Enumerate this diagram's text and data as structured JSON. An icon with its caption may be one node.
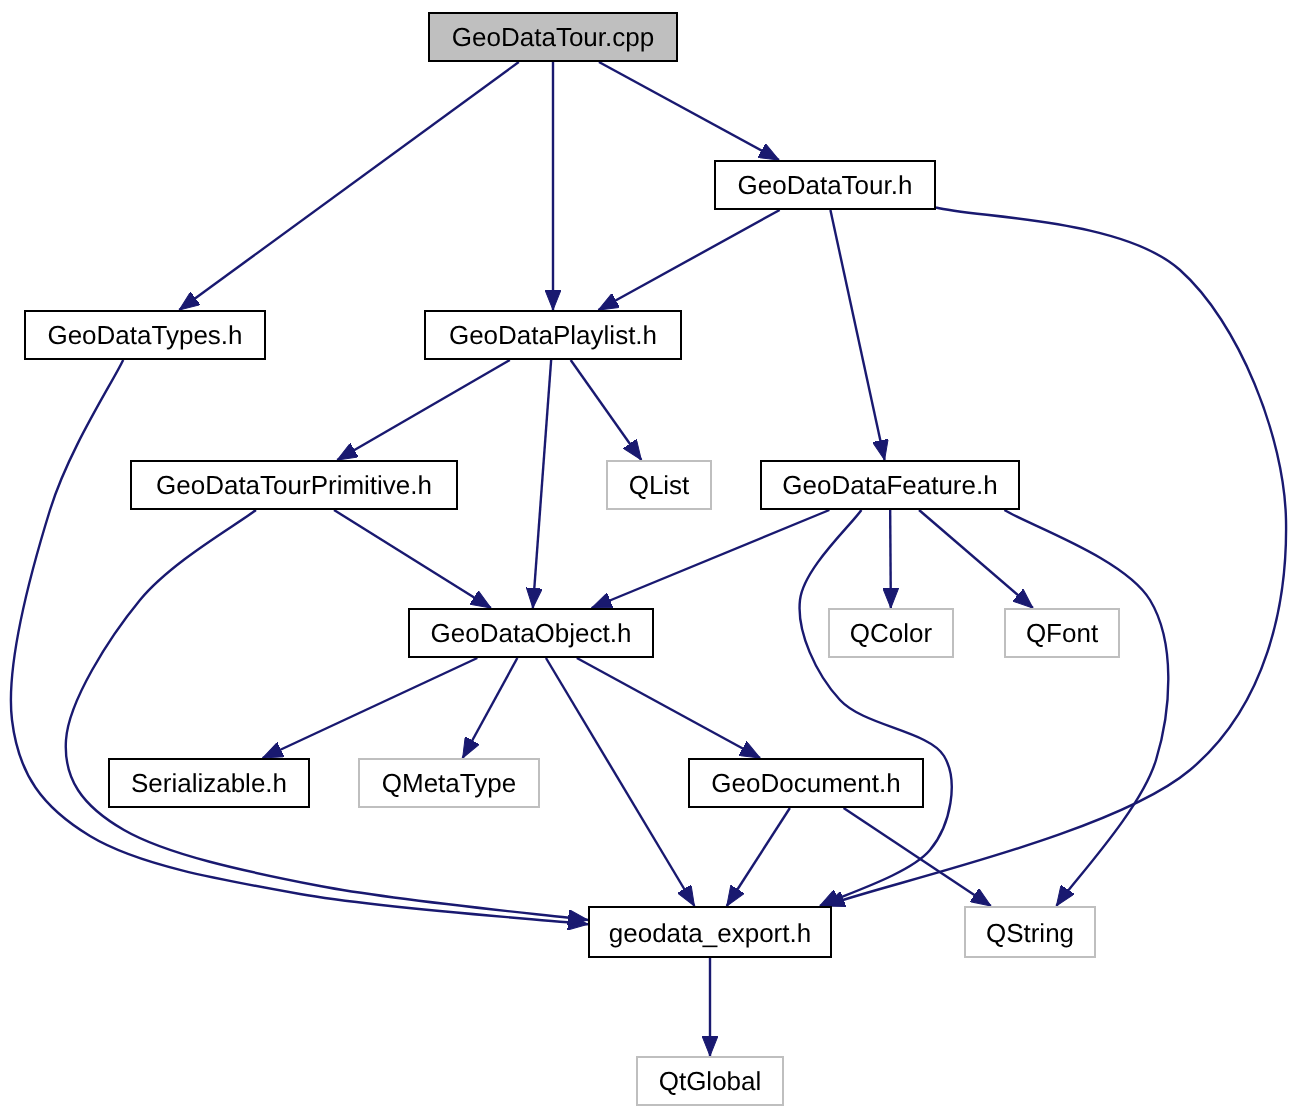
{
  "diagram": {
    "nodes": [
      {
        "text": [
          "GeoDataTour.cpp"
        ]
      },
      {
        "text": [
          "GeoDataTour.h"
        ]
      },
      {
        "text": [
          "GeoDataTypes.h"
        ]
      },
      {
        "text": [
          "GeoDataPlaylist.h"
        ]
      },
      {
        "text": [
          "GeoDataTourPrimitive.h"
        ]
      },
      {
        "text": [
          "QList"
        ]
      },
      {
        "text": [
          "GeoDataFeature.h"
        ]
      },
      {
        "text": [
          "GeoDataObject.h"
        ]
      },
      {
        "text": [
          "QColor"
        ]
      },
      {
        "text": [
          "QFont"
        ]
      },
      {
        "text": [
          "Serializable.h"
        ]
      },
      {
        "text": [
          "QMetaType"
        ]
      },
      {
        "text": [
          "GeoDocument.h"
        ]
      },
      {
        "text": [
          "geodata_export.h"
        ]
      },
      {
        "text": [
          "QString"
        ]
      },
      {
        "text": [
          "QtGlobal"
        ]
      }
    ],
    "edges": [
      {
        "from": 0,
        "to": 2,
        "arrow": "to"
      },
      {
        "from": 0,
        "to": 3,
        "arrow": "to"
      },
      {
        "from": 0,
        "to": 1,
        "arrow": "to"
      },
      {
        "from": 1,
        "to": 3,
        "arrow": "to"
      },
      {
        "from": 1,
        "to": 6,
        "arrow": "to"
      },
      {
        "from": 1,
        "to": 13,
        "arrow": "to"
      },
      {
        "from": 2,
        "to": 13,
        "arrow": "to"
      },
      {
        "from": 3,
        "to": 4,
        "arrow": "to"
      },
      {
        "from": 3,
        "to": 7,
        "arrow": "to"
      },
      {
        "from": 3,
        "to": 5,
        "arrow": "to"
      },
      {
        "from": 4,
        "to": 7,
        "arrow": "to"
      },
      {
        "from": 4,
        "to": 13,
        "arrow": "to"
      },
      {
        "from": 6,
        "to": 7,
        "arrow": "to"
      },
      {
        "from": 6,
        "to": 13,
        "arrow": "to"
      },
      {
        "from": 6,
        "to": 8,
        "arrow": "to"
      },
      {
        "from": 6,
        "to": 9,
        "arrow": "to"
      },
      {
        "from": 6,
        "to": 14,
        "arrow": "to"
      },
      {
        "from": 7,
        "to": 10,
        "arrow": "to"
      },
      {
        "from": 7,
        "to": 11,
        "arrow": "to"
      },
      {
        "from": 7,
        "to": 13,
        "arrow": "to"
      },
      {
        "from": 7,
        "to": 12,
        "arrow": "to"
      },
      {
        "from": 12,
        "to": 13,
        "arrow": "to"
      },
      {
        "from": 12,
        "to": 14,
        "arrow": "to"
      },
      {
        "from": 13,
        "to": 15,
        "arrow": "to"
      }
    ]
  }
}
